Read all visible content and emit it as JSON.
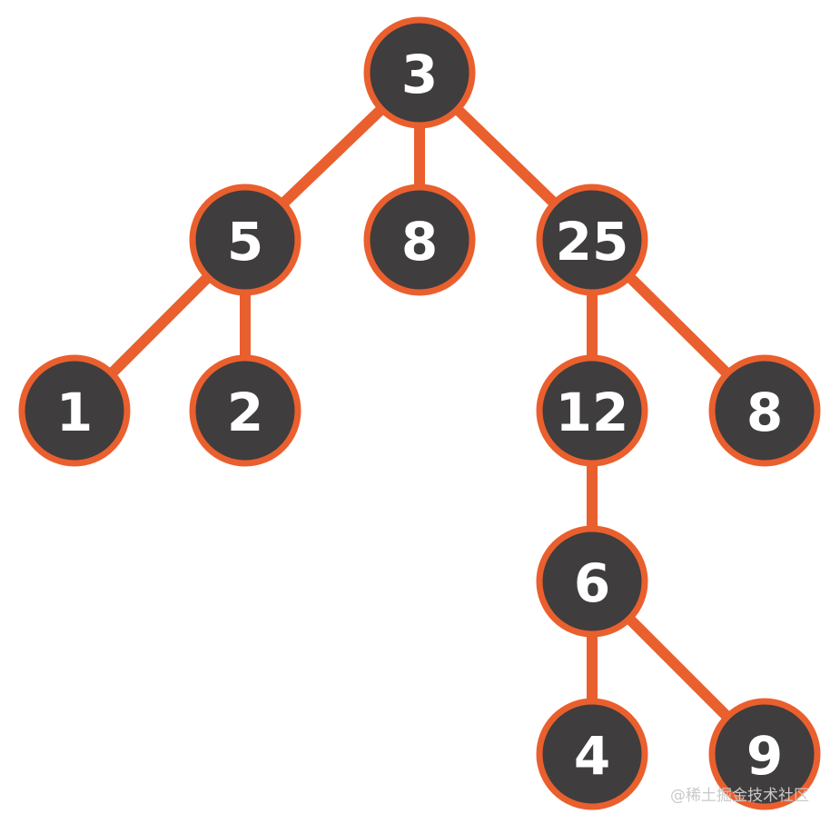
{
  "diagram": {
    "type": "tree",
    "colors": {
      "node_fill": "#3f3d3d",
      "node_stroke": "#ea5f2e",
      "edge": "#ea5f2e",
      "label": "#ffffff"
    },
    "nodes": [
      {
        "id": "n3",
        "label": "3"
      },
      {
        "id": "n5",
        "label": "5"
      },
      {
        "id": "n8a",
        "label": "8"
      },
      {
        "id": "n25",
        "label": "25"
      },
      {
        "id": "n1",
        "label": "1"
      },
      {
        "id": "n2",
        "label": "2"
      },
      {
        "id": "n12",
        "label": "12"
      },
      {
        "id": "n8b",
        "label": "8"
      },
      {
        "id": "n6",
        "label": "6"
      },
      {
        "id": "n4",
        "label": "4"
      },
      {
        "id": "n9",
        "label": "9"
      }
    ],
    "edges": [
      {
        "from": "n3",
        "to": "n5"
      },
      {
        "from": "n3",
        "to": "n8a"
      },
      {
        "from": "n3",
        "to": "n25"
      },
      {
        "from": "n5",
        "to": "n1"
      },
      {
        "from": "n5",
        "to": "n2"
      },
      {
        "from": "n25",
        "to": "n12"
      },
      {
        "from": "n25",
        "to": "n8b"
      },
      {
        "from": "n12",
        "to": "n6"
      },
      {
        "from": "n6",
        "to": "n4"
      },
      {
        "from": "n6",
        "to": "n9"
      }
    ]
  },
  "watermark": "@稀土掘金技术社区"
}
